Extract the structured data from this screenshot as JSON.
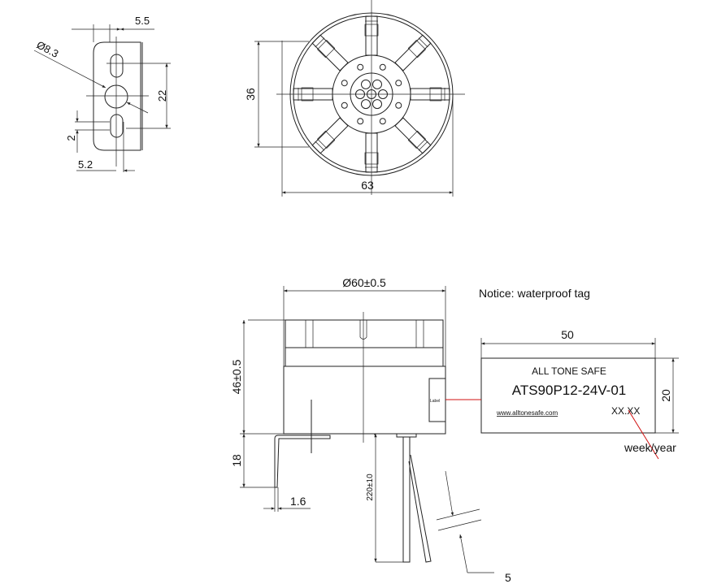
{
  "bracket_view": {
    "dim_width": "5.5",
    "dim_hole": "Ø8.3",
    "dim_spacing": "22",
    "dim_slot": "2",
    "dim_offset": "5.2"
  },
  "front_view": {
    "dim_inner": "36",
    "dim_outer": "63"
  },
  "side_view": {
    "dim_diameter": "Ø60±0.5",
    "dim_height": "46±0.5",
    "dim_bracket": "18",
    "dim_thickness": "1.6",
    "dim_wire_length": "220±10",
    "dim_wire_dia": "5",
    "label_mark": "Label"
  },
  "tag": {
    "notice": "Notice: waterproof  tag",
    "dim_width": "50",
    "dim_height": "20",
    "brand": "ALL TONE SAFE",
    "model": "ATS90P12-24V-01",
    "website": "www.alltonesafe.com",
    "date_code": "XX.XX",
    "date_code_note": "week/year",
    "leader_color": "#d01010"
  }
}
